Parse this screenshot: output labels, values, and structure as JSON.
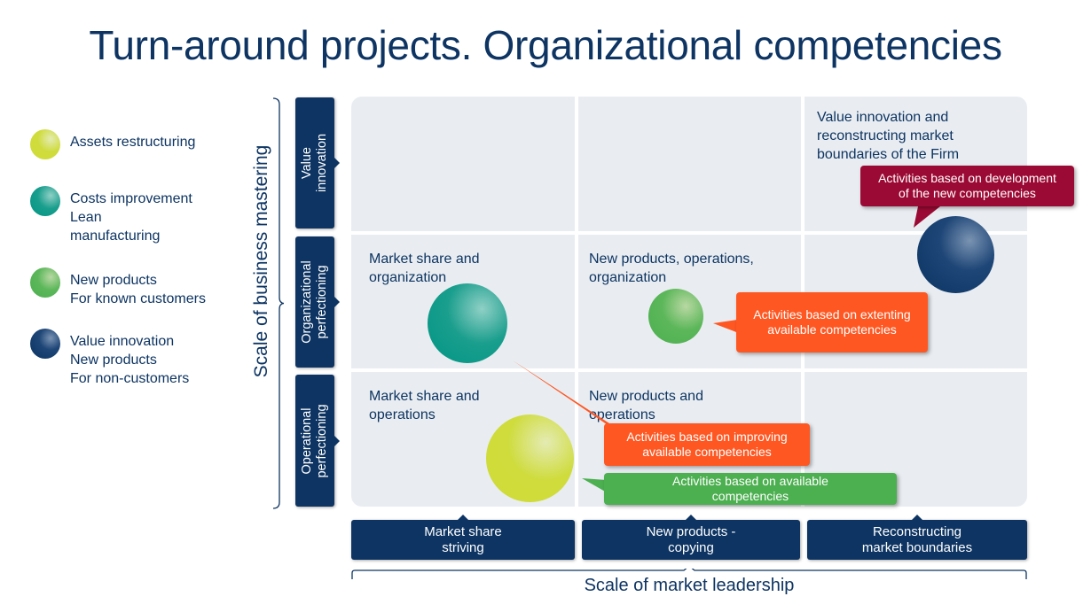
{
  "title": "Turn-around projects. Organizational competencies",
  "legend": [
    {
      "color": "yellow",
      "text": "Assets restructuring"
    },
    {
      "color": "teal",
      "text": "Costs improvement\nLean\nmanufacturing"
    },
    {
      "color": "green",
      "text": "New products\nFor known customers"
    },
    {
      "color": "navy",
      "text": "Value innovation\nNew products\nFor non-customers"
    }
  ],
  "vertical_axis": {
    "label": "Scale of business mastering",
    "rows": [
      "Value\ninnovation",
      "Organizational\nperfectioning",
      "Operational\nperfectioning"
    ]
  },
  "horizontal_axis": {
    "label": "Scale of market leadership",
    "columns": [
      "Market share\nstriving",
      "New products -\ncopying",
      "Reconstructing\nmarket boundaries"
    ]
  },
  "cells": {
    "r0c2": "Value innovation and\nreconstructing market\nboundaries of the Firm",
    "r1c0": "Market share and\norganization",
    "r1c1": "New products, operations,\norganization",
    "r2c0": "Market share and\noperations",
    "r2c1": "New products and\noperations"
  },
  "callouts": {
    "development": "Activities based on development\nof the new competencies",
    "extending": "Activities based on extenting\navailable competencies",
    "improving": "Activities based on improving\navailable competencies",
    "available": "Activities based on available\ncompetencies"
  },
  "colors": {
    "navy": "#0d3462",
    "cell_bg": "#e9edf1",
    "crimson": "#9b0a34",
    "orange": "#ff5722",
    "green": "#4caf50"
  }
}
